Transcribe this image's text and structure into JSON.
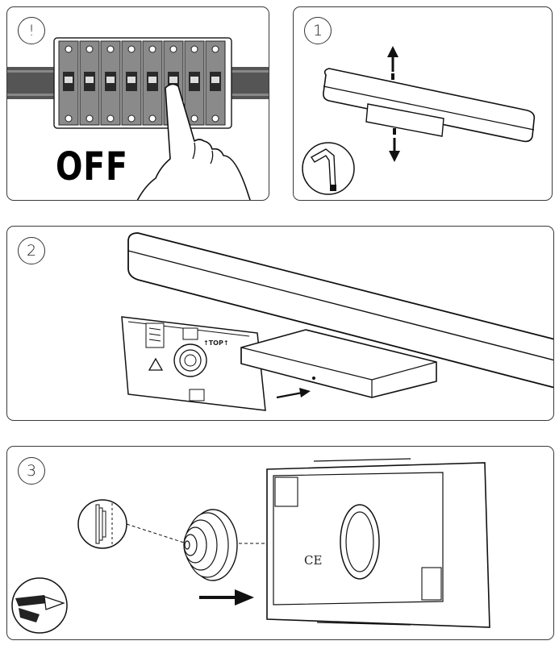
{
  "steps": [
    {
      "badge": "!",
      "label": "OFF"
    },
    {
      "badge": "1"
    },
    {
      "badge": "2",
      "label": "↑TOP↑"
    },
    {
      "badge": "3",
      "label": "CE"
    }
  ],
  "colors": {
    "stroke": "#1a1a1a",
    "panel_border": "#3a3a3a",
    "din_rail": "#555555",
    "breaker_gray": "#8a8a8a",
    "breaker_dark": "#2a2a2a"
  },
  "icons": [
    "warning-icon",
    "hex-key-icon",
    "cable-gland-icon",
    "cutter-icon"
  ]
}
